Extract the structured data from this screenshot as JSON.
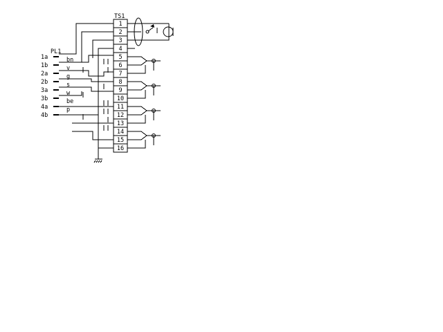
{
  "terminal_strip": {
    "label": "TS1",
    "terminals": [
      "1",
      "2",
      "3",
      "4",
      "5",
      "6",
      "7",
      "8",
      "9",
      "10",
      "11",
      "12",
      "13",
      "14",
      "15",
      "16"
    ]
  },
  "plug": {
    "label": "PL1",
    "pins": [
      "1a",
      "1b",
      "2a",
      "2b",
      "3a",
      "3b",
      "4a",
      "4b"
    ],
    "wire_colors": [
      "bn",
      "v",
      "g",
      "s",
      "w",
      "be",
      "p"
    ]
  }
}
